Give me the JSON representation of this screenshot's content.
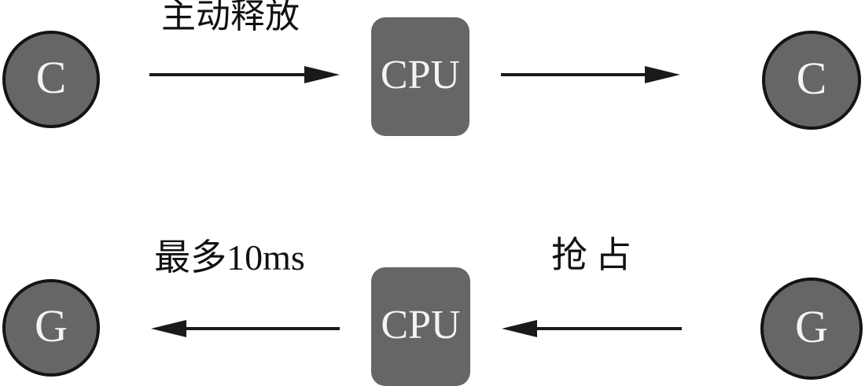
{
  "diagram_title": "",
  "nodes": {
    "c_left": {
      "label": "C",
      "shape": "circle"
    },
    "cpu_top": {
      "label": "CPU",
      "shape": "rounded-rect"
    },
    "c_right": {
      "label": "C",
      "shape": "circle"
    },
    "g_left": {
      "label": "G",
      "shape": "circle"
    },
    "cpu_bottom": {
      "label": "CPU",
      "shape": "rounded-rect"
    },
    "g_right": {
      "label": "G",
      "shape": "circle"
    }
  },
  "edges": {
    "release": {
      "label": "主动释放",
      "from": "c_left",
      "to": "cpu_top",
      "direction": "right"
    },
    "assign": {
      "label": "",
      "from": "cpu_top",
      "to": "c_right",
      "direction": "right"
    },
    "max10ms": {
      "label": "最多10ms",
      "from": "cpu_bottom",
      "to": "g_left",
      "direction": "left"
    },
    "preempt": {
      "label": "抢占",
      "from": "g_right",
      "to": "cpu_bottom",
      "direction": "left"
    }
  },
  "colors": {
    "background": "#ffffff",
    "node_fill": "#666666",
    "node_border": "#141414",
    "node_text": "#f4f4f4",
    "arrow": "#1a1a1a",
    "label_text": "#111111"
  }
}
